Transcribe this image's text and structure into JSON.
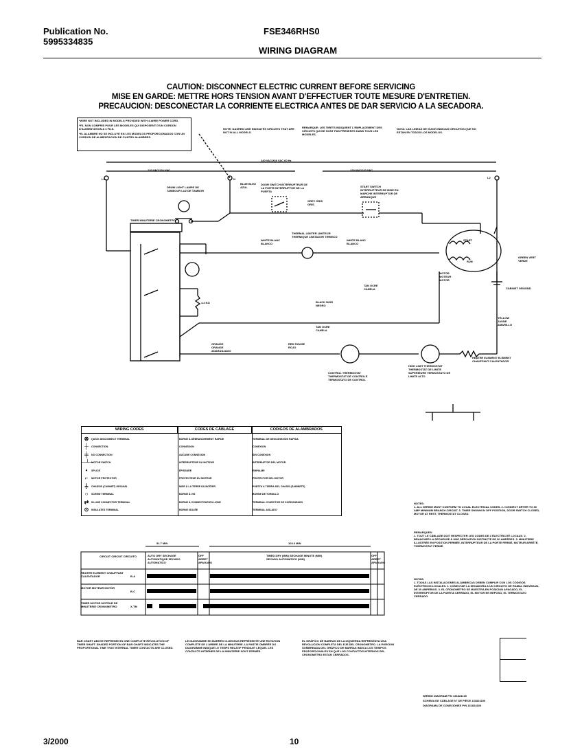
{
  "header": {
    "pub_label": "Publication No.",
    "pub_number": "5995334835",
    "model": "FSE346RHS0",
    "title": "WIRING DIAGRAM"
  },
  "caution": {
    "en": "CAUTION: DISCONNECT ELECTRIC CURRENT BEFORE SERVICING",
    "fr": "MISE EN GARDE: METTRE HORS TENSION AVANT D'EFFECTUER  TOUTE MESURE D'ENTRETIEN.",
    "es": "PRECAUCION: DESCONECTAR LA CORRIENTE ELECTRICA  ANTES DE DAR SERVICIO A LA SECADORA."
  },
  "notes_top": {
    "power_cord": "*WIRE NOT INCLUDED IN MODELS PROVIDED WITH 4-WIRE POWER CORD.",
    "power_cord_fr": "*FIL NON COMPRIS POUR LES MODELES QUI DISPOSENT D'UN CORDON D'ALIMENTATION A 4 FILS.",
    "power_cord_es": "*EL ALAMBRE NO SE INCLUYE EN LOS MODELOS PROPORCIONADOS CON UN CORDON DE ALIMENTACION DE CUATRO ALAMBRES.",
    "dashed_note": "NOTE: DASHED LINE INDICATES CIRCUITS THAT ARE NOT IN ALL MODELS.",
    "dashed_note_fr": "REMARQUE: LES TIRETS INDIQUENT L'EMPLACEMENT DES CIRCUITS QUI NE SONT PAS PRESENTS DANS TOUS LES MODELES.",
    "dashed_note_es": "NOTA: LAS LINEAS DE GUION INDICAN CIRCUITOS QUE NO ESTAN EN TODOS LOS MODELOS."
  },
  "voltage": {
    "total": "240 VAC/208 VAC 60 Hz",
    "left": "120 VAC/120 VAC",
    "right": "120 VAC/120 VAC"
  },
  "labels": {
    "l1": "L1",
    "l2": "L2",
    "n": "N",
    "drum_light": "DRUM LIGHT LAMPE DE TAMBOUR LUZ DE TAMBOR",
    "door_switch": "DOOR SWITCH INTERRUPTEUR DE LA PORTE INTERRUPTOR DE LA PUERTA",
    "start_switch": "START SWITCH INTERRUPTEUR DE MISE EN MARCHE INTERRUPTOR DE ARRANQUE",
    "thermal_limiter": "THERMAL LIMITER LIMITEUR THERMIQUE LIMITADOR TERMICO",
    "motor": "MOTOR MOTEUR MOTOR",
    "timer": "TIMER MINUTERIE CRONOMETRO",
    "heater": "HEATER ELEMENT ELEMENT CHAUFFANT CALENTADOR",
    "control_thermostat": "CONTROL THERMOSTAT THERMOSTAT DE CONTROLE TERMOSTATO DE CONTROL",
    "high_limit": "HIGH LIMIT THERMOSTAT THERMOSTAT DE LIMITE SUPERIEURE TERMOSTATO DE LIMITE ALTO",
    "cabinet_ground": "CABINET GROUND",
    "white": "WHITE BLANC BLANCO",
    "black": "BLACK NOIR NEGRO",
    "red": "RED ROUGE ROJO",
    "blue": "BLUE BLEU AZUL",
    "grey": "GREY GRIS GRIS",
    "orange": "ORANGE ORANGE ANARANJADO",
    "tan": "TAN OCRE CANELA",
    "yellow": "YELLOW JAUNE AMARILLO",
    "green": "GREEN VERT VERDE",
    "start": "START",
    "run": "RUN",
    "resistor": "4.4 KΩ"
  },
  "wiring_codes": {
    "headers": [
      "WIRING CODES",
      "CODES DE CÂBLAGE",
      "CODIGOS DE ALAMBRADOS"
    ],
    "rows": [
      {
        "sym": "⊗",
        "en": "QUICK DISCONNECT TERMINAL",
        "fr": "BORNE À DÉBRANCHEMENT RAPIDE",
        "es": "TERMINAL DE DESCONEXION RAPIDA"
      },
      {
        "sym": "┼",
        "en": "CONNECTION",
        "fr": "CONNEXION",
        "es": "CONEXION"
      },
      {
        "sym": "╪",
        "en": "NO CONNECTION",
        "fr": "AUCUNE CONNEXION",
        "es": "SIN CONEXION"
      },
      {
        "sym": "─┴─",
        "en": "MOTOR SWITCH",
        "fr": "INTERRUPTEUR DU MOTEUR",
        "es": "INTERRUPTOR DEL MOTOR"
      },
      {
        "sym": "•",
        "en": "SPLICE",
        "fr": "ÉPISSURE",
        "es": "EMPALME"
      },
      {
        "sym": "⌐",
        "en": "MOTOR PROTECTOR",
        "fr": "PROTECTEUR DU MOTEUR",
        "es": "PROTECTOR DEL MOTOR"
      },
      {
        "sym": "⏚",
        "en": "CHASSIS (CABINET) GROUND",
        "fr": "MISE À LA TERRE DU BOÎTIER",
        "es": "PUESTA A TIERRA DEL CHASIS (GABINETE)"
      },
      {
        "sym": "○",
        "en": "SCREW TERMINAL",
        "fr": "BORNE À VIS",
        "es": "BORNE DE TORNILLO"
      },
      {
        "sym": "⇄",
        "en": "IN-LINE CONNECTOR TERMINAL",
        "fr": "BORNE À CONNECTEUR EN LIGNE",
        "es": "TERMINAL CONECTOR DE CORDONEADO"
      },
      {
        "sym": "⊙",
        "en": "INSULATED TERMINAL",
        "fr": "BORNE ISOLÉE",
        "es": "TERMINAL AISLADO"
      }
    ]
  },
  "timer_chart": {
    "dim_left": "51.7 MIN",
    "dim_right": "103.3 MIN",
    "row_labels": [
      "CIRCUIT CIRCUIT CIRCUITO",
      "HEATER ELEMENT CHAUFFANT CALENTADOR",
      "MOTOR MOTEUR MOTOR",
      "TIMER MOTOR MOTEUR DE MINUTERIE CRONOMETRO"
    ],
    "contacts": [
      "B-A",
      "B-C",
      "X-TM"
    ],
    "segments": [
      "AUTO DRY SECHAGE AUTOMATIQUE SECADO AUTOMATICO",
      "OFF ARRET APAGADO",
      "TIMED DRY (MIN) SECHAGE MINUTE (MIN) SECADO AUTOMATICO (MIN)",
      "OFF ARRET APAGADO"
    ]
  },
  "notes_right": {
    "notes_title": "NOTES:",
    "notes": "1. ALL WIRING MUST CONFORM TO LOCAL ELECTRICAL CODES. 2. CONNECT DRYER TO 30 AMP MINIMUM BRANCH CIRCUIT. 3. TIMER SHOWN IN OFF POSITION, DOOR SWITCH CLOSED, MOTOR AT REST, THERMOSTAT CLOSED.",
    "remarques_title": "REMARQUES:",
    "remarques": "1. TOUT LE CÂBLAGE DOIT RESPECTER LES CODES DE L'ÉLECTRICITÉ LOCAUX. 2. BRANCHER LA SÉCHEUSE À UNE DÉRIVATION DISTINCTE DE 30 AMPÈRES. 3. MINUTERIE ILLUSTRÉE EN POSITION FERMÉE, INTERRUPTEUR DE LA PORTE FERMÉ, MOTEUR ARRÊTÉ, THERMOSTAT FERMÉ.",
    "notas_title": "NOTAS:",
    "notas": "1. TODAS LAS INSTALACIONES ALÁMBRICAS DEBEN CUMPLIR CON LOS CÓDIGOS ELÉCTRICOS LOCALES. 2. CONECTAR LA SECADORA A UN CIRCUITO DE RAMAL INDIVIDUAL DE 30 AMPERIOS. 3. EL CRONOMETRO SE MUESTRA EN POSICION APAGADO, EL INTERRUPTOR DE LA PUERTA CERRADO, EL MOTOR EN REPOSO, EL TERMOSTATO CERRADO."
  },
  "bar_chart_notes": {
    "en": "BAR CHART ABOVE REPRESENTS ONE COMPLETE REVOLUTION OF TIMER SHAFT. SHADED PORTION OF BAR CHART INDICATES THE PROPORTIONAL TIME THAT INTERNAL TIMER CONTACTS ARE CLOSED.",
    "fr": "LE DIAGRAMME EN BARRES CI-DESSUS REPRÉSENTE UNE ROTATION COMPLÈTE DE L'ARBRE DE LA MINUTERIE. LA PARTIE OMBRÉE DU DIAGRAMME INDIQUE LE TEMPS RELATIF PENDANT LEQUEL LES CONTACTS INTERNES DE LA MINUTERIE SONT FERMÉS.",
    "es": "EL GRÁFICO DE BARRAS DE LA IZQUIERDA REPRESENTA UNA REVOLUCION COMPLETA DEL EJE DEL CRONOMETRO. LA PORCION SOMBREADA DEL GRÁFICO DE BARRAS INDICA LOS TIEMPOS PROPORCIONALES EN QUE LOS CONTACTOS INTERNOS DEL CRONOMETRO ESTAN CERRADOS."
  },
  "diagram_pn": {
    "en": "WIRING DIAGRAM P/N 131824100",
    "fr": "SCHEMA DE CÂBLAGE N° DE PIÈCE 131824100",
    "es": "DIAGRAMA DE CONEXIONES P/N 131824100"
  },
  "footer": {
    "date": "3/2000",
    "page": "10"
  }
}
